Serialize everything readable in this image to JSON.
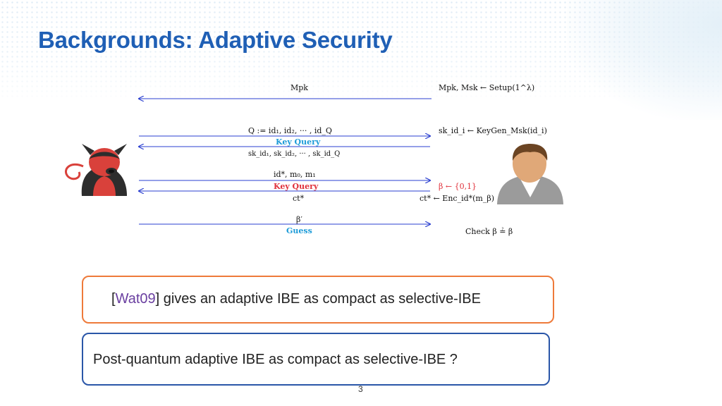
{
  "title": "Backgrounds: Adaptive Security",
  "protocol": {
    "setup": {
      "msg": "Mpk",
      "challenger": "Mpk, Msk ← Setup(1^λ)"
    },
    "key_query": {
      "query_msg": "Q := id₁, id₂, ··· , id_Q",
      "label": "Key Query",
      "response": "sk_id₁, sk_id₂, ··· , sk_id_Q",
      "challenger": "sk_id_i ← KeyGen_Msk(id_i)"
    },
    "challenge": {
      "msg": "id*, m₀, m₁",
      "label": "Key Query",
      "response": "ct*",
      "challenger_bit": "β ← {0,1}",
      "challenger_enc": "ct* ← Enc_id*(m_β)"
    },
    "guess": {
      "msg": "β′",
      "label": "Guess",
      "check": "Check β ≟ β"
    }
  },
  "box1": {
    "cite": "Wat09",
    "text": " gives an adaptive IBE as compact as selective-IBE"
  },
  "box2": {
    "text": "Post-quantum adaptive IBE as compact as selective-IBE ?"
  },
  "page_number": "3",
  "colors": {
    "title": "#1f5fb5",
    "key_query_blue": "#1c9bd8",
    "challenge_red": "#e0303a",
    "arrow": "#2a3fd0",
    "box1_border": "#ee7a3a",
    "box2_border": "#2a56a8"
  }
}
